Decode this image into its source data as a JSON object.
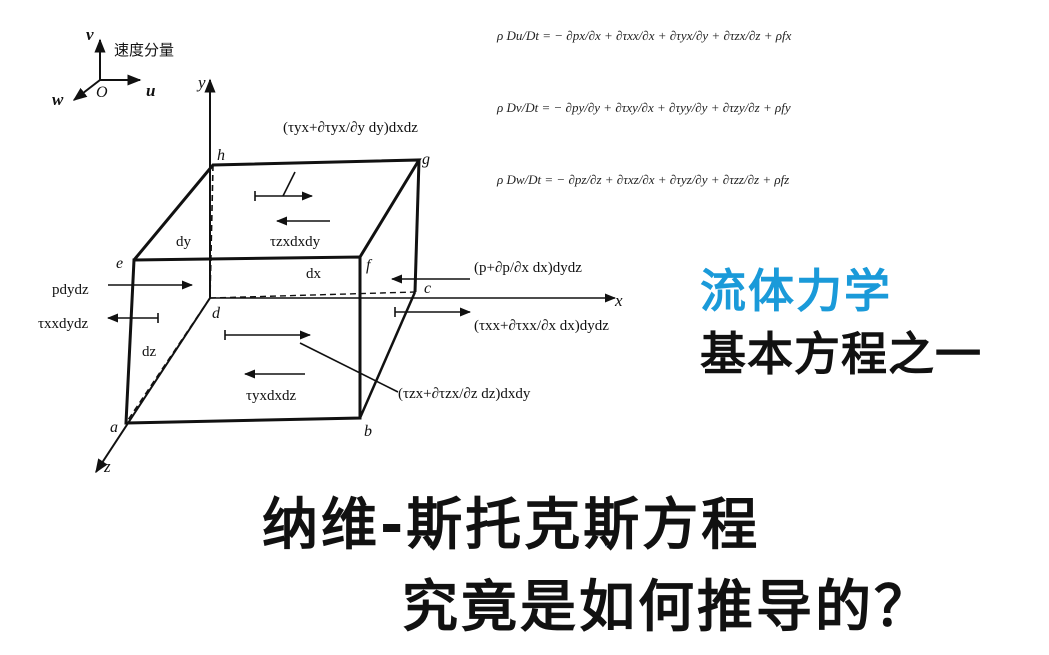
{
  "diagram": {
    "axes": {
      "v": "v",
      "u": "u",
      "w": "w",
      "origin": "O",
      "caption": "速度分量",
      "x": "x",
      "y": "y",
      "z": "z"
    },
    "vertices": {
      "a": "a",
      "b": "b",
      "c": "c",
      "d": "d",
      "e": "e",
      "f": "f",
      "g": "g",
      "h": "h"
    },
    "dims": {
      "dx": "dx",
      "dy": "dy",
      "dz": "dz"
    },
    "forces": {
      "top_shear": "(τyx+∂τyx/∂y dy)dxdz",
      "p_left": "pdydz",
      "tau_xx_left": "τxxdydz",
      "tau_zx_top": "τzxdxdy",
      "tau_yx_bottom": "τyxdxdz",
      "p_right": "(p+∂p/∂x dx)dydz",
      "tau_xx_right": "(τxx+∂τxx/∂x dx)dydz",
      "tau_zx_front": "(τzx+∂τzx/∂z dz)dxdy"
    }
  },
  "equations": [
    "ρ Du/Dt = − ∂px/∂x + ∂τxx/∂x + ∂τyx/∂y + ∂τzx/∂z + ρfx",
    "ρ Dv/Dt = − ∂py/∂y + ∂τxy/∂x + ∂τyy/∂y + ∂τzy/∂z + ρfy",
    "ρ Dw/Dt = − ∂pz/∂z + ∂τxz/∂x + ∂τyz/∂y + ∂τzz/∂z + ρfz"
  ],
  "tag_line1": "流体力学",
  "tag_line2": "基本方程之一",
  "title_line1": "纳维-斯托克斯方程",
  "title_line2": "究竟是如何推导的？",
  "colors": {
    "accent": "#1a9ad9",
    "ink": "#111111"
  }
}
